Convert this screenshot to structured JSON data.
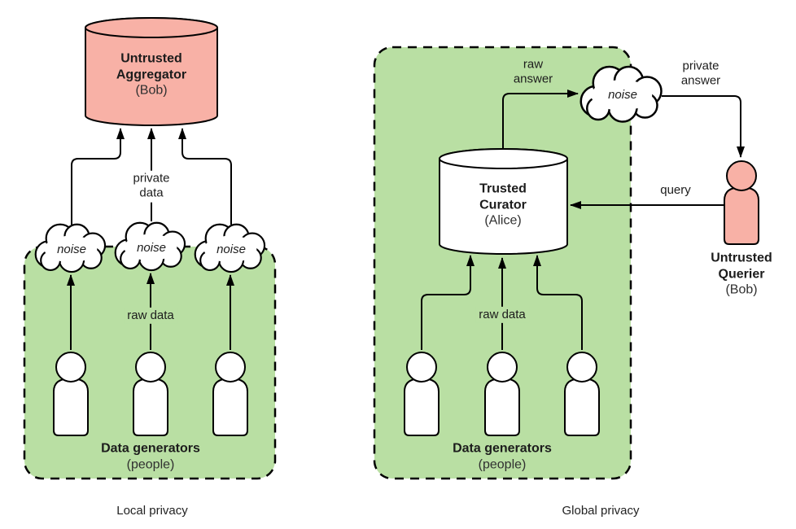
{
  "colors": {
    "box_green": "#b9dfa3",
    "node_pink": "#f8b1a6",
    "outline": "#000000",
    "text": "#1c1c1c"
  },
  "left": {
    "aggregator_title": "Untrusted Aggregator",
    "aggregator_subtitle": "(Bob)",
    "noise1": "noise",
    "noise2": "noise",
    "noise3": "noise",
    "private_data": "private data",
    "raw_data": "raw data",
    "generators_title": "Data generators",
    "generators_subtitle": "(people)",
    "caption": "Local privacy"
  },
  "right": {
    "curator_title": "Trusted Curator",
    "curator_subtitle": "(Alice)",
    "noise": "noise",
    "raw_answer": "raw answer",
    "private_answer": "private answer",
    "query": "query",
    "querier_title": "Untrusted Querier",
    "querier_subtitle": "(Bob)",
    "raw_data": "raw data",
    "generators_title": "Data generators",
    "generators_subtitle": "(people)",
    "caption": "Global privacy"
  }
}
